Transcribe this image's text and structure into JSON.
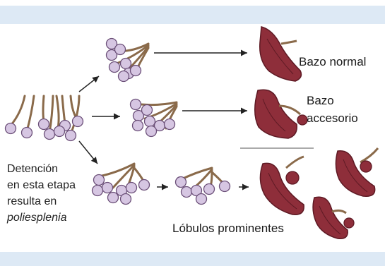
{
  "colors": {
    "band": "#dde9f5",
    "bud_fill": "#d6c6e2",
    "bud_stroke": "#6b4f78",
    "stalk": "#8a6a4a",
    "spleen_fill": "#8e2e3a",
    "spleen_dark": "#5e1a24",
    "arrow": "#222222"
  },
  "labels": {
    "normal": "Bazo normal",
    "accessory_line1": "Bazo",
    "accessory_line2": "accesorio",
    "lobules": "Lóbulos prominentes"
  },
  "left_text": {
    "line1": "Detención",
    "line2": "en esta etapa",
    "line3": "resulta en",
    "line4": "poliesplenia"
  },
  "icons": [
    "bud-cluster-icon",
    "spleen-icon",
    "accessory-spleen-icon",
    "lobulated-spleen-icon"
  ]
}
